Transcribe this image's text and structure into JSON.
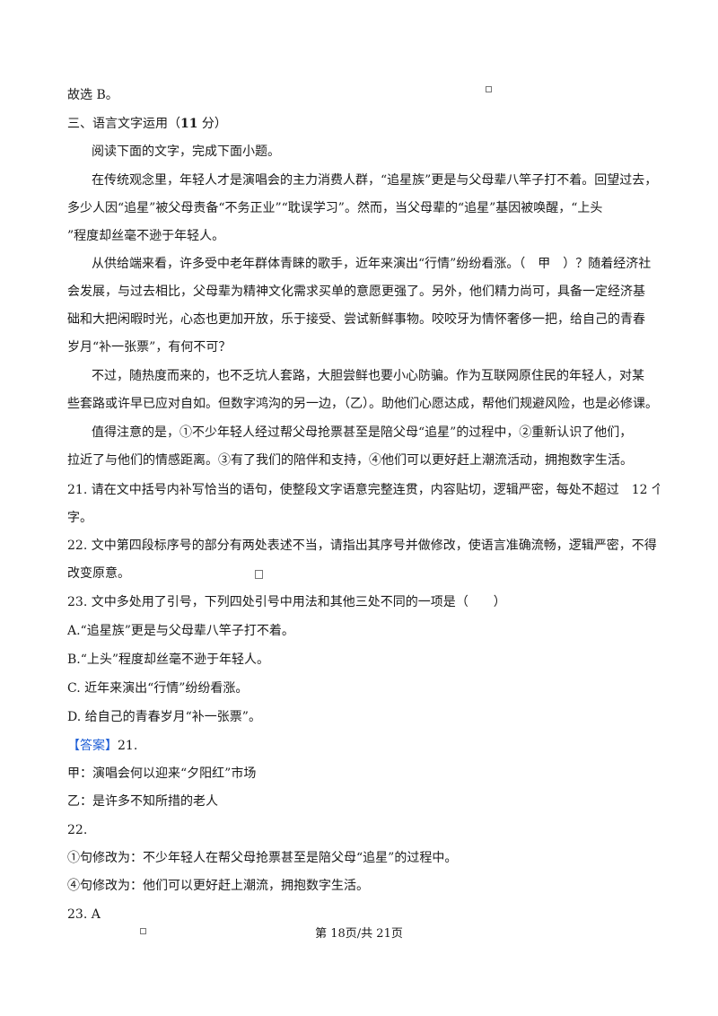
{
  "prev_answer": "故选 B。",
  "section": {
    "prefix": "三、语言文字运用（",
    "score": "11",
    "suffix": " 分）"
  },
  "instruction": "阅读下面的文字，完成下面小题。",
  "passage": [
    "在传统观念里，年轻人才是演唱会的主力消费人群，“追星族”更是与父母辈八竿子打不着。回望过去，",
    "多少人因“追星”被父母责备“不务正业”“耽误学习”。然而，当父母辈的“追星”基因被唤醒，“上头",
    "”程度却丝毫不逊于年轻人。",
    "从供给端来看，许多受中老年群体青睐的歌手，近年来演出“行情”纷纷看涨。（　甲　）？随着经济社",
    "会发展，与过去相比，父母辈为精神文化需求买单的意愿更强了。另外，他们精力尚可，具备一定经济基",
    "础和大把闲暇时光，心态也更加开放，乐于接受、尝试新鲜事物。咬咬牙为情怀奢侈一把，给自己的青春",
    "岁月“补一张票”，有何不可？",
    "不过，随热度而来的，也不乏坑人套路，大胆尝鲜也要小心防骗。作为互联网原住民的年轻人，对某",
    "些套路或许早已应对自如。但数字鸿沟的另一边，（乙）。助他们心愿达成，帮他们规避风险，也是必修课。",
    "值得注意的是，①不少年轻人经过帮父母抢票甚至是陪父母“追星”的过程中，②重新认识了他们，",
    "拉近了与他们的情感距离。③有了我们的陪伴和支持，④他们可以更好赶上潮流活动，拥抱数字生活。"
  ],
  "questions": [
    "21. 请在文中括号内补写恰当的语句，使整段文字语意完整连贯，内容贴切，逻辑严密，每处不超过　12 个",
    "字。",
    "22. 文中第四段标序号的部分有两处表述不当，请指出其序号并做修改，使语言准确流畅，逻辑严密，不得",
    "改变原意。",
    "23. 文中多处用了引号，下列四处引号中用法和其他三处不同的一项是（　　）"
  ],
  "options": [
    "A.“追星族”更是与父母辈八竿子打不着。",
    "B.“上头”程度却丝毫不逊于年轻人。",
    "C. 近年来演出“行情”纷纷看涨。",
    "D. 给自己的青春岁月“补一张票”。"
  ],
  "answer": {
    "tag": "【答案】",
    "q21_num": "21.",
    "q21_a": "甲：演唱会何以迎来“夕阳红”市场",
    "q21_b": "乙：是许多不知所措的老人",
    "q22_num": "22.",
    "q22_a": "①句修改为：不少年轻人在帮父母抢票甚至是陪父母“追星”的过程中。",
    "q22_b": "④句修改为：他们可以更好赶上潮流，拥抱数字生活。",
    "q23": "23. A"
  },
  "footer": "第 18页/共 21页"
}
